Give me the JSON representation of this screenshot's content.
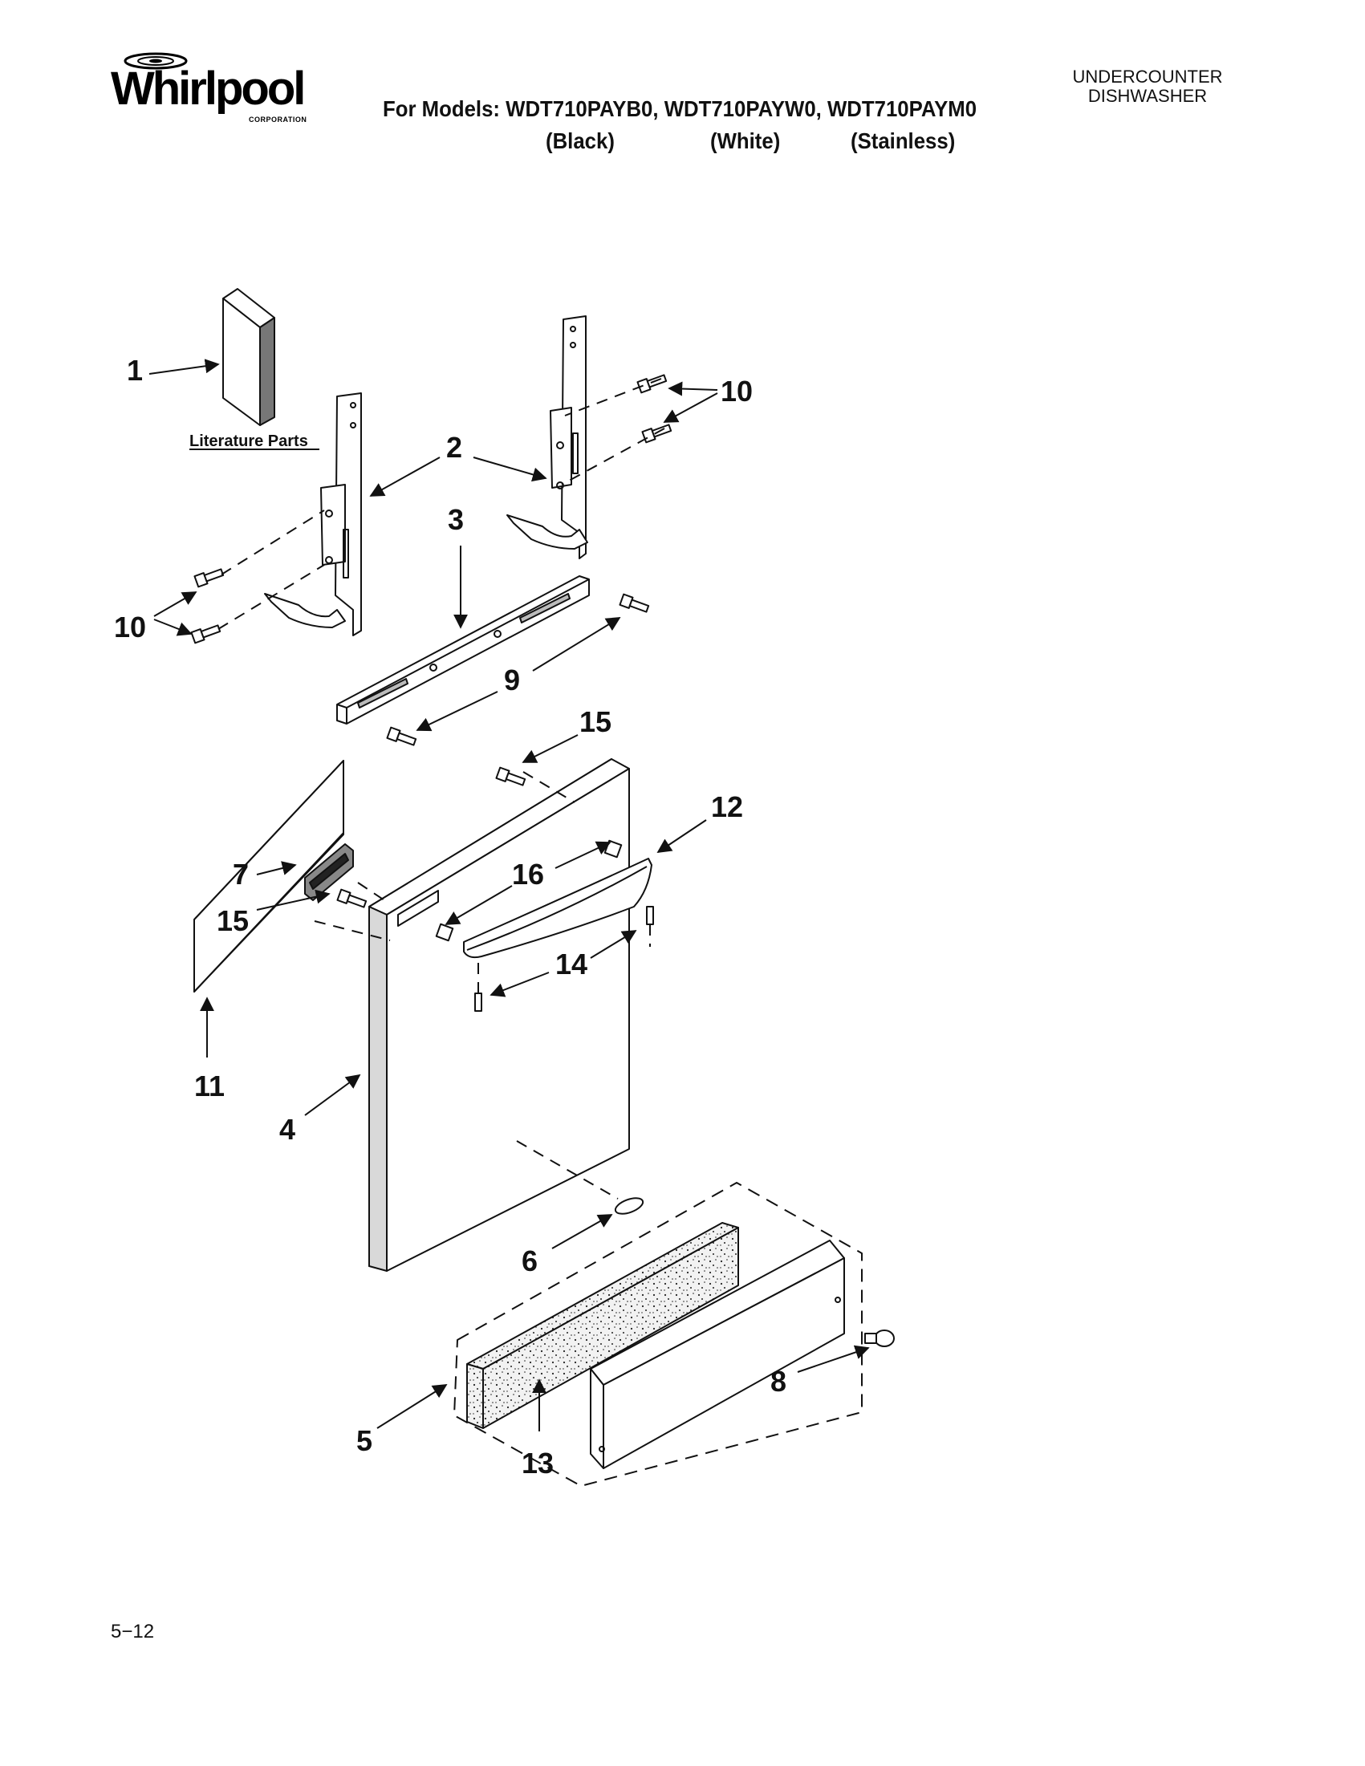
{
  "brand": {
    "logo_text": "Whirlpool",
    "logo_subtext": "CORPORATION"
  },
  "header": {
    "models_line": "For Models: WDT710PAYB0, WDT710PAYW0, WDT710PAYM0",
    "finishes": [
      "(Black)",
      "(White)",
      "(Stainless)"
    ],
    "category_line1": "UNDERCOUNTER",
    "category_line2": "DISHWASHER"
  },
  "diagram": {
    "literature_label": "Literature Parts",
    "callouts": [
      "1",
      "2",
      "3",
      "4",
      "5",
      "6",
      "7",
      "8",
      "9",
      "10",
      "10",
      "11",
      "12",
      "13",
      "14",
      "15",
      "15",
      "16"
    ]
  },
  "footer": {
    "page_number": "5−12"
  },
  "colors": {
    "ink": "#111111",
    "paper": "#ffffff",
    "foam": "#e8e8e8"
  }
}
